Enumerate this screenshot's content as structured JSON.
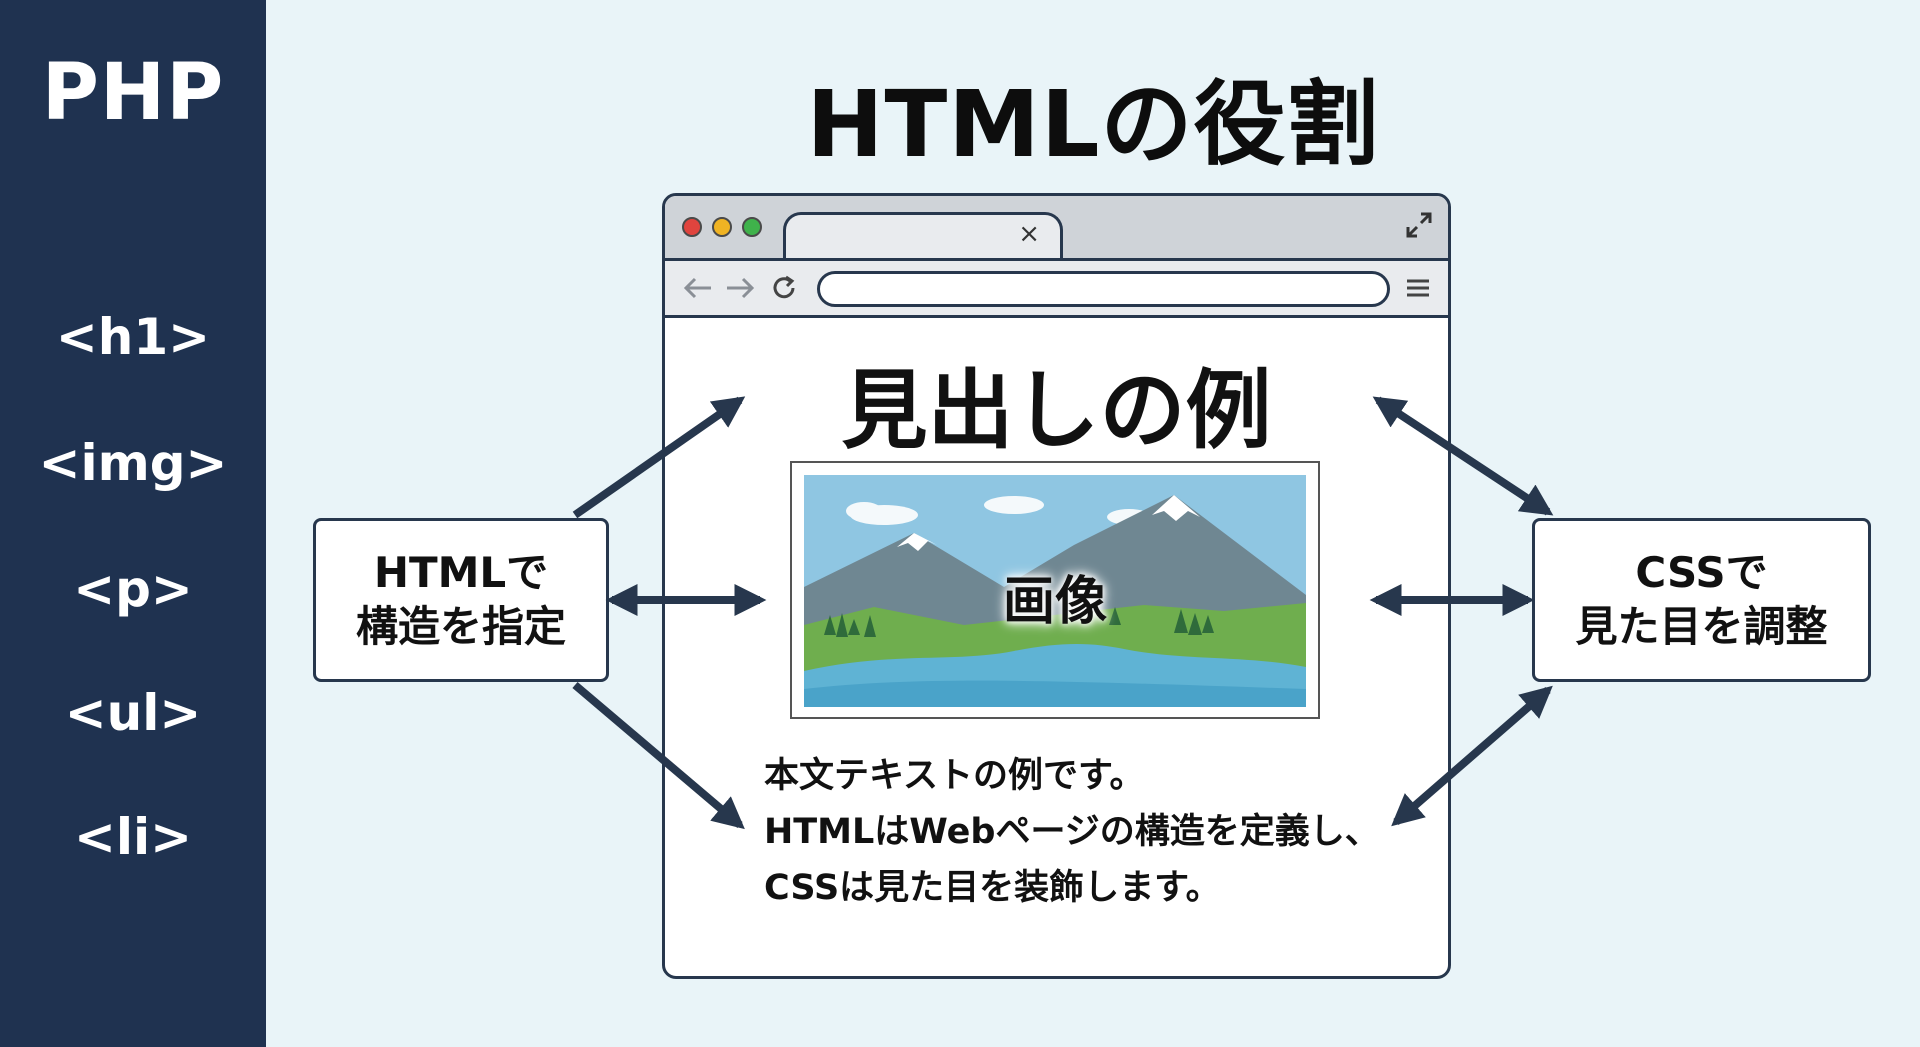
{
  "sidebar": {
    "brand": "PHP",
    "tags": [
      "<h1>",
      "<img>",
      "<p>",
      "<ul>",
      "<li>"
    ],
    "background": "#1f3250"
  },
  "title": "HTMLの役割",
  "browser": {
    "tab_close": "×",
    "page": {
      "heading": "見出しの例",
      "image_label": "画像",
      "body_lines": [
        "本文テキストの例です。",
        "HTMLはWebページの構造を定義し、",
        "CSSは見た目を装飾します。"
      ]
    },
    "icons": [
      "back-arrow-icon",
      "forward-arrow-icon",
      "reload-icon",
      "menu-icon",
      "expand-icon"
    ]
  },
  "callouts": {
    "left": [
      "HTMLで",
      "構造を指定"
    ],
    "right": [
      "CSSで",
      "見た目を調整"
    ]
  },
  "colors": {
    "background": "#e9f4f8",
    "navy": "#1f3250",
    "arrow": "#27374d"
  }
}
